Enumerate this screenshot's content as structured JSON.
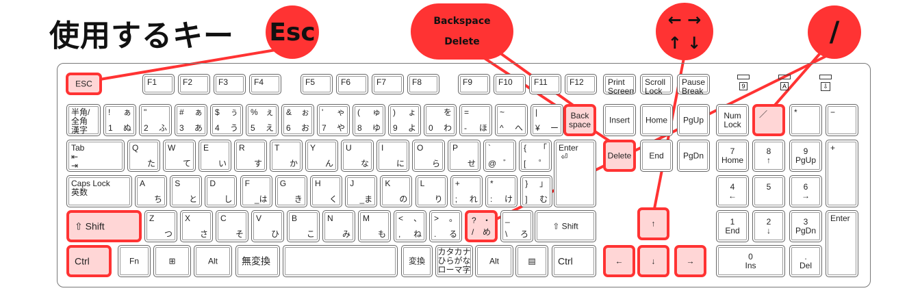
{
  "title": "使用するキー",
  "accent": "#ff3333",
  "highlight_fill": "#ffd6d6",
  "keys": {
    "esc": {
      "c": "ESC"
    },
    "f1": {
      "tl": "F1"
    },
    "f2": {
      "tl": "F2"
    },
    "f3": {
      "tl": "F3"
    },
    "f4": {
      "tl": "F4"
    },
    "f5": {
      "tl": "F5"
    },
    "f6": {
      "tl": "F6"
    },
    "f7": {
      "tl": "F7"
    },
    "f8": {
      "tl": "F8"
    },
    "f9": {
      "tl": "F9"
    },
    "f10": {
      "tl": "F10"
    },
    "f11": {
      "tl": "F11"
    },
    "f12": {
      "tl": "F12"
    },
    "prtsc": {
      "tl": "Print\nScreen"
    },
    "scroll": {
      "tl": "Scroll\nLock"
    },
    "pause": {
      "tl": "Pause\nBreak"
    },
    "hankaku": {
      "tl": "半角/\n全角\n漢字"
    },
    "k1": {
      "tl": "!",
      "tr": "ぁ",
      "bl": "1",
      "br": "ぬ"
    },
    "k2": {
      "tl": "\"",
      "tr": "",
      "bl": "2",
      "br": "ふ"
    },
    "k3": {
      "tl": "#",
      "tr": "ぁ",
      "bl": "3",
      "br": "あ"
    },
    "k4": {
      "tl": "$",
      "tr": "ぅ",
      "bl": "4",
      "br": "う"
    },
    "k5": {
      "tl": "%",
      "tr": "ぇ",
      "bl": "5",
      "br": "え"
    },
    "k6": {
      "tl": "&",
      "tr": "ぉ",
      "bl": "6",
      "br": "お"
    },
    "k7": {
      "tl": "'",
      "tr": "ゃ",
      "bl": "7",
      "br": "や"
    },
    "k8": {
      "tl": "(",
      "tr": "ゅ",
      "bl": "8",
      "br": "ゆ"
    },
    "k9": {
      "tl": ")",
      "tr": "ょ",
      "bl": "9",
      "br": "よ"
    },
    "k0": {
      "tl": "",
      "tr": "を",
      "bl": "0",
      "br": "わ"
    },
    "kminus": {
      "tl": "=",
      "tr": "",
      "bl": "-",
      "br": "ほ"
    },
    "kcaret": {
      "tl": "~",
      "tr": "",
      "bl": "^",
      "br": "へ"
    },
    "kyen": {
      "tl": "|",
      "tr": "",
      "bl": "¥",
      "br": "ー"
    },
    "backspace": {
      "c": "Back\nspace"
    },
    "tab": {
      "tl": "Tab\n⇤\n⇥"
    },
    "q": {
      "tl": "Q",
      "br": "た"
    },
    "w": {
      "tl": "W",
      "br": "て"
    },
    "e": {
      "tl": "E",
      "br": "い"
    },
    "r": {
      "tl": "R",
      "br": "す"
    },
    "t": {
      "tl": "T",
      "br": "か"
    },
    "y": {
      "tl": "Y",
      "br": "ん"
    },
    "u": {
      "tl": "U",
      "br": "な"
    },
    "i": {
      "tl": "I",
      "br": "に"
    },
    "o": {
      "tl": "O",
      "br": "ら"
    },
    "p": {
      "tl": "P",
      "br": "せ"
    },
    "at": {
      "tl": "`",
      "bl": "@",
      "br": "゛"
    },
    "lbracket": {
      "tl": "{",
      "tr": "「",
      "bl": "[",
      "br": "゜"
    },
    "enter": {
      "tl": "Enter\n ⏎"
    },
    "caps": {
      "tl": "Caps Lock\n英数"
    },
    "a": {
      "tl": "A",
      "br": "ち"
    },
    "s": {
      "tl": "S",
      "br": "と"
    },
    "d": {
      "tl": "D",
      "br": "し"
    },
    "f": {
      "tl": "F",
      "br": "_は"
    },
    "g": {
      "tl": "G",
      "br": "き"
    },
    "h": {
      "tl": "H",
      "br": "く"
    },
    "j": {
      "tl": "J",
      "br": "_ま"
    },
    "k": {
      "tl": "K",
      "br": "の"
    },
    "l": {
      "tl": "L",
      "br": "り"
    },
    "semicolon": {
      "tl": "+",
      "bl": ";",
      "br": "れ"
    },
    "colon": {
      "tl": "*",
      "bl": ":",
      "br": "け"
    },
    "rbracket": {
      "tl": "}",
      "tr": "」",
      "bl": "]",
      "br": "む"
    },
    "lshift": {
      "cl": "⇧ Shift"
    },
    "z": {
      "tl": "Z",
      "br": "つ"
    },
    "x": {
      "tl": "X",
      "br": "さ"
    },
    "c": {
      "tl": "C",
      "br": "そ"
    },
    "v": {
      "tl": "V",
      "br": "ひ"
    },
    "b": {
      "tl": "B",
      "br": "こ"
    },
    "n": {
      "tl": "N",
      "br": "み"
    },
    "m": {
      "tl": "M",
      "br": "も"
    },
    "comma": {
      "tl": "<",
      "tr": "、",
      "bl": ",",
      "br": "ね"
    },
    "period": {
      "tl": ">",
      "tr": "。",
      "bl": ".",
      "br": "る"
    },
    "slash": {
      "tl": "?",
      "tr": "・",
      "bl": "/",
      "br": "め"
    },
    "backslash": {
      "tl": "_",
      "bl": "\\",
      "br": "ろ"
    },
    "rshift": {
      "c": "⇧ Shift"
    },
    "lctrl": {
      "cl": "Ctrl"
    },
    "fn": {
      "c": "Fn"
    },
    "win": {
      "c": "⊞"
    },
    "lalt": {
      "c": "Alt"
    },
    "muhenkan": {
      "cl": "無変換"
    },
    "space": {
      "c": ""
    },
    "henkan": {
      "c": "変換"
    },
    "kana": {
      "c": "カタカナ\nひらがな\nローマ字"
    },
    "ralt": {
      "c": "Alt"
    },
    "menu": {
      "c": "▤"
    },
    "rctrl": {
      "cl": "Ctrl"
    },
    "insert": {
      "c": "Insert"
    },
    "home": {
      "c": "Home"
    },
    "pgup": {
      "c": "PgUp"
    },
    "delete": {
      "c": "Delete"
    },
    "end": {
      "c": "End"
    },
    "pgdn": {
      "c": "PgDn"
    },
    "up": {
      "c": "↑"
    },
    "left": {
      "c": "←"
    },
    "down": {
      "c": "↓"
    },
    "right": {
      "c": "→"
    },
    "numlock": {
      "c": "Num\nLock"
    },
    "npslash": {
      "tl": "／"
    },
    "npstar": {
      "tl": "*"
    },
    "npminus": {
      "tl": "−"
    },
    "np7": {
      "c": "7\nHome"
    },
    "np8": {
      "c": "8\n↑"
    },
    "np9": {
      "c": "9\nPgUp"
    },
    "npplus": {
      "tl": "+"
    },
    "np4": {
      "c": "4\n←"
    },
    "np5": {
      "c": "5\n "
    },
    "np6": {
      "c": "6\n→"
    },
    "np1": {
      "c": "1\nEnd"
    },
    "np2": {
      "c": "2\n↓"
    },
    "np3": {
      "c": "3\nPgDn"
    },
    "npenter": {
      "tl": "Enter"
    },
    "np0": {
      "c": "0\nIns"
    },
    "npdot": {
      "c": ".\nDel"
    }
  },
  "leds": [
    {
      "label": "9"
    },
    {
      "label": "A"
    },
    {
      "label": "⇩"
    }
  ],
  "callouts": {
    "esc": "Esc",
    "bsdel_1": "Backspace",
    "bsdel_2": "Delete",
    "slash": "/",
    "arrows_1": "← →",
    "arrows_2": "↑ ↓"
  }
}
